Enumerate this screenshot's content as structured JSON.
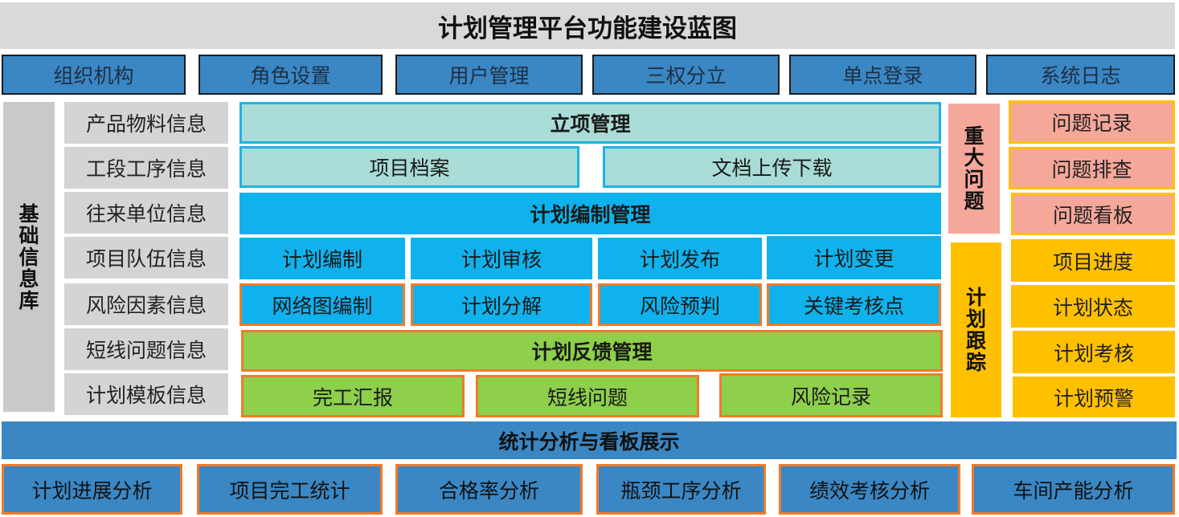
{
  "title": "计划管理平台功能建设蓝图",
  "system_row": [
    "组织机构",
    "角色设置",
    "用户管理",
    "三权分立",
    "单点登录",
    "系统日志"
  ],
  "base": {
    "title_chars": [
      "基",
      "础",
      "信",
      "息",
      "库"
    ],
    "items": [
      "产品物料信息",
      "工段工序信息",
      "往来单位信息",
      "项目队伍信息",
      "风险因素信息",
      "短线问题信息",
      "计划模板信息"
    ]
  },
  "project_setup": {
    "title": "立项管理",
    "items": [
      "项目档案",
      "文档上传下载"
    ]
  },
  "plan_compile": {
    "title": "计划编制管理",
    "row1": [
      "计划编制",
      "计划审核",
      "计划发布",
      "计划变更"
    ],
    "row2": [
      "网络图编制",
      "计划分解",
      "风险预判",
      "关键考核点"
    ]
  },
  "feedback": {
    "title": "计划反馈管理",
    "items": [
      "完工汇报",
      "短线问题",
      "风险记录"
    ]
  },
  "major_issue": {
    "title_chars": [
      "重",
      "大",
      "问",
      "题"
    ],
    "items": [
      "问题记录",
      "问题排查",
      "问题看板"
    ]
  },
  "plan_track": {
    "title_chars": [
      "计",
      "划",
      "跟",
      "踪"
    ],
    "items": [
      "项目进度",
      "计划状态",
      "计划考核",
      "计划预警"
    ]
  },
  "stats": {
    "title": "统计分析与看板展示",
    "items": [
      "计划进展分析",
      "项目完工统计",
      "合格率分析",
      "瓶颈工序分析",
      "绩效考核分析",
      "车间产能分析"
    ]
  }
}
